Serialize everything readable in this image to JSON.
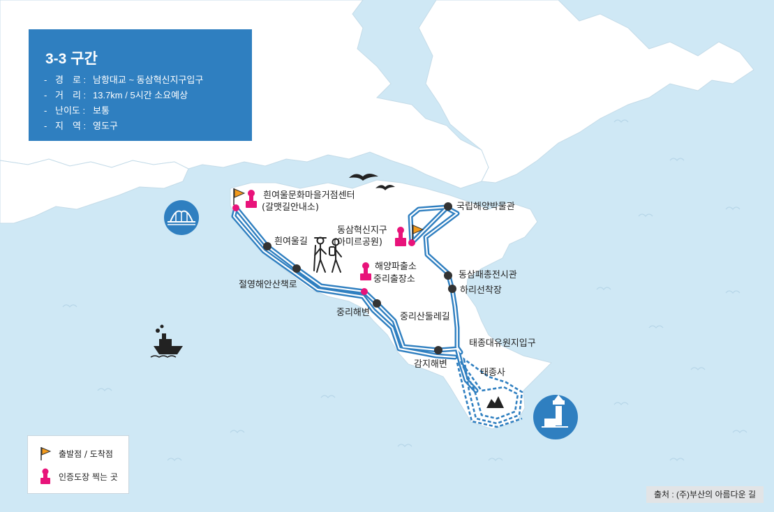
{
  "info": {
    "title": "3-3 구간",
    "rows": [
      {
        "dash": "-",
        "key": "경　로 :",
        "value": "남항대교 ~ 동삼혁신지구입구"
      },
      {
        "dash": "-",
        "key": "거　리 :",
        "value": "13.7km / 5시간 소요예상"
      },
      {
        "dash": "-",
        "key": "난이도 :",
        "value": "보통"
      },
      {
        "dash": "-",
        "key": "지　역 :",
        "value": "영도구"
      }
    ]
  },
  "places": {
    "start_center": "흰여울문화마을거점센터",
    "start_center_sub": "(갈맷길안내소)",
    "huinyeoul_gil": "흰여울길",
    "jeolyeong": "절영해안산책로",
    "jungni_beach": "중리해변",
    "police_box": "해양파출소",
    "police_box_sub": "중리출장소",
    "jungni_san": "중리산둘레길",
    "gamji_beach": "감지해변",
    "innovation": "동삼혁신지구",
    "innovation_sub": "(아미르공원)",
    "museum": "국립해양박물관",
    "shell_mound": "동삼패총전시관",
    "harbor": "하리선착장",
    "taejongdae": "태종대유원지입구",
    "temple": "태종사"
  },
  "legend": {
    "start_end": "출발점 / 도착점",
    "stamp": "인증도장 찍는 곳"
  },
  "source": "출처 : (주)부산의 아름다운 길",
  "colors": {
    "sea": "#cfe8f5",
    "land": "#ffffff",
    "route": "#2f7fc0",
    "stamp": "#e8137a",
    "flag": "#f39a1c",
    "info_box": "#2f7fc0"
  },
  "icons": [
    "bridge-icon",
    "lighthouse-icon",
    "ship-icon",
    "seagull-icon",
    "hikers-icon",
    "mountain-icon",
    "flag-icon",
    "stamp-icon"
  ]
}
